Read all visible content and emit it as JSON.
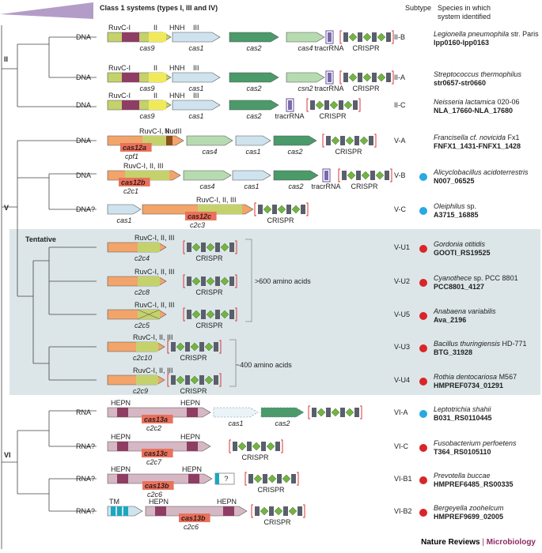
{
  "header": {
    "class_label": "Class 1 systems (types I, III and IV)",
    "subtype_header": "Subtype",
    "species_header_1": "Species in which",
    "species_header_2": "system identified"
  },
  "colors": {
    "ruvc": "#8e3d63",
    "cas9_body": "#c5d16b",
    "hnh": "#f0ea5a",
    "cas12_orange": "#f3a46a",
    "cas13_pink": "#d6b7c4",
    "cas1_blue": "#cfe3ef",
    "cas2_green": "#4b9a6a",
    "cas4_lightgreen": "#b7dbb0",
    "tracr": "#7b6aa9",
    "repeat": "#5a5f6b",
    "spacer": "#73b343",
    "crispr_bracket": "#d93a3a",
    "label_highlight": "#e8725c",
    "tentative_bg": "#dce6e8",
    "dot_blue": "#27a9e1",
    "dot_red": "#d9252a",
    "triangle": "#b49cc8",
    "brand_accent": "#8a2d60"
  },
  "type_labels": [
    "II",
    "V",
    "VI"
  ],
  "tentative_label": "Tentative",
  "size_notes": [
    ">600 amino acids",
    "~400 amino acids"
  ],
  "rows": [
    {
      "target": "DNA",
      "subtype": "II-B",
      "species": "Legionella pneumophila",
      "species_suffix": " str. Paris",
      "locus": "lpp0160-lpp0163",
      "dot": ""
    },
    {
      "target": "DNA",
      "subtype": "II-A",
      "species": "Streptococcus thermophilus",
      "species_suffix": "",
      "locus": "str0657-str0660",
      "dot": ""
    },
    {
      "target": "DNA",
      "subtype": "II-C",
      "species": "Neisseria lactamica",
      "species_suffix": " 020-06",
      "locus": "NLA_17660-NLA_17680",
      "dot": ""
    },
    {
      "target": "DNA",
      "subtype": "V-A",
      "species": "Francisella cf. novicida",
      "species_suffix": " Fx1",
      "locus": "FNFX1_1431-FNFX1_1428",
      "dot": ""
    },
    {
      "target": "DNA",
      "subtype": "V-B",
      "species": "Alicyclobacillus acidoterrestris",
      "species_suffix": "",
      "locus": "N007_06525",
      "dot": "blue"
    },
    {
      "target": "DNA?",
      "subtype": "V-C",
      "species": "Oleiphilus",
      "species_suffix": " sp.",
      "locus": "A3715_16885",
      "dot": "blue"
    },
    {
      "target": "",
      "subtype": "V-U1",
      "species": "Gordonia otitidis",
      "species_suffix": "",
      "locus": "GOOTI_RS19525",
      "dot": "red"
    },
    {
      "target": "",
      "subtype": "V-U2",
      "species": "Cyanothece",
      "species_suffix": " sp. PCC 8801",
      "locus": "PCC8801_4127",
      "dot": "red"
    },
    {
      "target": "",
      "subtype": "V-U5",
      "species": "Anabaena variabilis",
      "species_suffix": "",
      "locus": "Ava_2196",
      "dot": "red"
    },
    {
      "target": "",
      "subtype": "V-U3",
      "species": "Bacillus thuringiensis",
      "species_suffix": " HD-771",
      "locus": "BTG_31928",
      "dot": "red"
    },
    {
      "target": "",
      "subtype": "V-U4",
      "species": "Rothia dentocariosa",
      "species_suffix": " M567",
      "locus": "HMPREF0734_01291",
      "dot": "red"
    },
    {
      "target": "RNA",
      "subtype": "VI-A",
      "species": "Leptotrichia shahii",
      "species_suffix": "",
      "locus": "B031_RS0110445",
      "dot": "blue"
    },
    {
      "target": "RNA?",
      "subtype": "VI-C",
      "species": "Fusobacterium perfoetens",
      "species_suffix": "",
      "locus": "T364_RS0105110",
      "dot": "red"
    },
    {
      "target": "RNA?",
      "subtype": "VI-B1",
      "species": "Prevotella buccae",
      "species_suffix": "",
      "locus": "HMPREF6485_RS00335",
      "dot": "red"
    },
    {
      "target": "RNA?",
      "subtype": "VI-B2",
      "species": "Bergeyella zoohelcum",
      "species_suffix": "",
      "locus": "HMPREF9699_02005",
      "dot": "red"
    }
  ],
  "loci": [
    {
      "genes": [
        {
          "kind": "effector9",
          "top": [
            "RuvC-I",
            "II",
            "HNH",
            "III"
          ],
          "below": "cas9"
        },
        {
          "kind": "cas1",
          "below": "cas1"
        },
        {
          "kind": "cas2",
          "below": "cas2"
        },
        {
          "kind": "cas4",
          "below": "cas4"
        },
        {
          "kind": "tracr",
          "below": "tracrRNA"
        },
        {
          "kind": "crispr",
          "below": "CRISPR"
        }
      ]
    },
    {
      "genes": [
        {
          "kind": "effector9",
          "top": [
            "RuvC-I",
            "II",
            "HNH",
            "III"
          ],
          "below": "cas9"
        },
        {
          "kind": "cas1",
          "below": "cas1"
        },
        {
          "kind": "cas2",
          "below": "cas2"
        },
        {
          "kind": "cas4",
          "below": "csn2"
        },
        {
          "kind": "tracr",
          "below": "tracrRNA"
        },
        {
          "kind": "crispr",
          "below": "CRISPR"
        }
      ]
    },
    {
      "genes": [
        {
          "kind": "effector9",
          "top": [
            "RuvC-I",
            "II",
            "HNH",
            "III"
          ],
          "below": "cas9"
        },
        {
          "kind": "cas1",
          "below": "cas1"
        },
        {
          "kind": "cas2",
          "below": "cas2"
        },
        {
          "kind": "tracr",
          "below": "tracrRNA"
        },
        {
          "kind": "crispr",
          "below": "CRISPR"
        }
      ]
    },
    {
      "genes": [
        {
          "kind": "effector12a",
          "top": "RuvC-I, II",
          "top2": "Nuc",
          "top3": "III",
          "hl": "cas12a",
          "below": "cpf1"
        },
        {
          "kind": "cas4",
          "below": "cas4"
        },
        {
          "kind": "cas1",
          "below": "cas1"
        },
        {
          "kind": "cas2",
          "below": "cas2"
        },
        {
          "kind": "crispr",
          "below": "CRISPR"
        }
      ]
    },
    {
      "genes": [
        {
          "kind": "effector12",
          "top": "RuvC-I, II, III",
          "hl": "cas12b",
          "below": "c2c1"
        },
        {
          "kind": "cas4",
          "below": "cas4"
        },
        {
          "kind": "cas1",
          "below": "cas1"
        },
        {
          "kind": "cas2",
          "below": "cas2"
        },
        {
          "kind": "tracr",
          "below": "tracrRNA"
        },
        {
          "kind": "crispr",
          "below": "CRISPR"
        }
      ]
    },
    {
      "genes": [
        {
          "kind": "cas1",
          "below": "cas1"
        },
        {
          "kind": "effector12c",
          "top": "RuvC-I, II, III",
          "hl": "cas12c",
          "below": "c2c3"
        },
        {
          "kind": "crispr",
          "below": "CRISPR"
        }
      ]
    },
    {
      "genes": [
        {
          "kind": "effectorU",
          "top": "RuvC-I, II, III",
          "below": "c2c4"
        },
        {
          "kind": "crispr",
          "below": "CRISPR"
        }
      ]
    },
    {
      "genes": [
        {
          "kind": "effectorU",
          "top": "RuvC-I, II, III",
          "below": "c2c8"
        },
        {
          "kind": "crispr",
          "below": "CRISPR"
        }
      ]
    },
    {
      "genes": [
        {
          "kind": "effectorU5",
          "top": "RuvC-I, II, III",
          "below": "c2c5"
        },
        {
          "kind": "crispr",
          "below": "CRISPR"
        }
      ]
    },
    {
      "genes": [
        {
          "kind": "effectorU",
          "top": "RuvC-I, II, III",
          "below": "c2c10"
        },
        {
          "kind": "crispr",
          "below": "CRISPR"
        }
      ]
    },
    {
      "genes": [
        {
          "kind": "effectorU",
          "top": "RuvC-I, II, III",
          "below": "c2c9"
        },
        {
          "kind": "crispr",
          "below": "CRISPR"
        }
      ]
    },
    {
      "genes": [
        {
          "kind": "effector13a",
          "top": [
            "HEPN",
            "HEPN"
          ],
          "hl": "cas13a",
          "below": "c2c2"
        },
        {
          "kind": "cas1d",
          "below": "cas1"
        },
        {
          "kind": "cas2d",
          "below": "cas2"
        },
        {
          "kind": "crispr",
          "below": ""
        }
      ]
    },
    {
      "genes": [
        {
          "kind": "effector13c",
          "top": [
            "HEPN",
            "HEPN"
          ],
          "hl": "cas13c",
          "below": "c2c7"
        },
        {
          "kind": "crispr",
          "below": "CRISPR"
        }
      ]
    },
    {
      "genes": [
        {
          "kind": "effector13b1",
          "top": [
            "HEPN",
            "HEPN"
          ],
          "hl": "cas13b",
          "below": "c2c6"
        },
        {
          "kind": "unknown",
          "label": "?"
        },
        {
          "kind": "crispr",
          "below": "CRISPR"
        }
      ]
    },
    {
      "genes": [
        {
          "kind": "tm",
          "top": "TM"
        },
        {
          "kind": "effector13b2",
          "top": [
            "HEPN",
            "HEPN"
          ],
          "hl": "cas13b",
          "below": "c2c6"
        },
        {
          "kind": "crispr",
          "below": "CRISPR"
        }
      ]
    }
  ],
  "footer": {
    "journal": "Nature Reviews",
    "separator": " | ",
    "section": "Microbiology"
  }
}
